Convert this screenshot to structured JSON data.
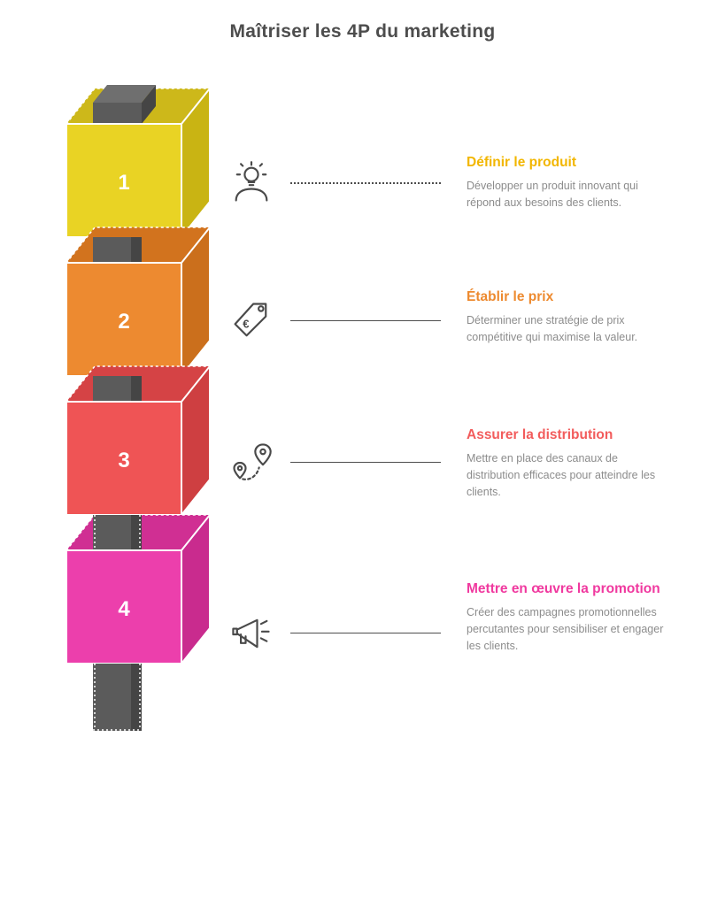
{
  "title": "Maîtriser les 4P du marketing",
  "colors": {
    "title_text": "#4D4D4D",
    "body_text": "#8C8C8C",
    "connector_line": "#4D4D4D",
    "pillar_front": "#5B5B5B",
    "pillar_top": "#6F6F6F",
    "pillar_side": "#454545"
  },
  "steps": [
    {
      "number": "1",
      "heading": "Définir le produit",
      "description": "Développer un produit innovant qui répond aux besoins des clients.",
      "heading_color": "#F2B600",
      "cube_front": "#E9D324",
      "cube_top": "#CDB81A",
      "cube_side": "#C9B413",
      "icon": "innovation-bulb-person-icon",
      "connector": "dotted"
    },
    {
      "number": "2",
      "heading": "Établir le prix",
      "description": "Déterminer une stratégie de prix compétitive qui maximise la valeur.",
      "heading_color": "#ED8A2F",
      "cube_front": "#ED8A30",
      "cube_top": "#D2731E",
      "cube_side": "#CB6F1C",
      "icon": "price-tag-icon",
      "connector": "solid"
    },
    {
      "number": "3",
      "heading": "Assurer la distribution",
      "description": "Mettre en place des canaux de distribution efficaces pour atteindre les clients.",
      "heading_color": "#F25C5C",
      "cube_front": "#EF5455",
      "cube_top": "#D54345",
      "cube_side": "#CE3F41",
      "icon": "route-location-pins-icon",
      "connector": "solid"
    },
    {
      "number": "4",
      "heading": "Mettre en œuvre la promotion",
      "description": "Créer des campagnes promotionnelles percutantes pour sensibiliser et engager les clients.",
      "heading_color": "#F0399F",
      "cube_front": "#EC3FAC",
      "cube_top": "#D02F93",
      "cube_side": "#C92B8E",
      "icon": "megaphone-icon",
      "connector": "solid"
    }
  ]
}
